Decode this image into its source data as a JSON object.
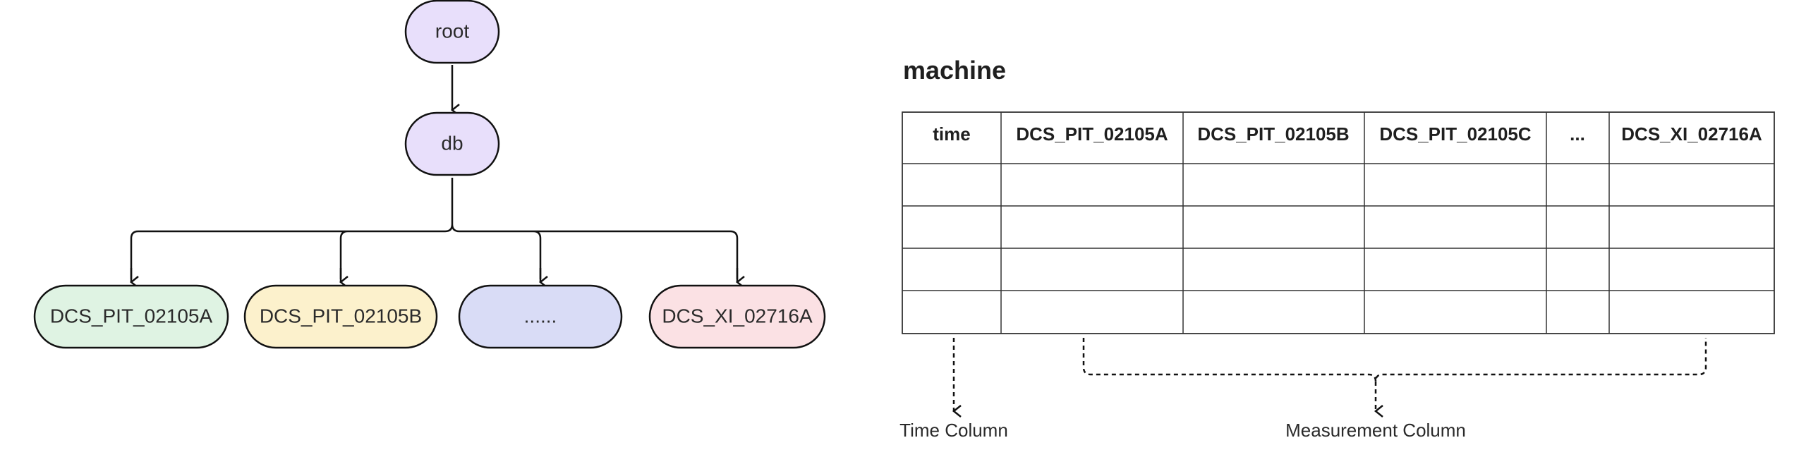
{
  "tree": {
    "root": {
      "label": "root",
      "color": "#e8dffb"
    },
    "db": {
      "label": "db",
      "color": "#e8dffb"
    },
    "children": [
      {
        "label": "DCS_PIT_02105A",
        "color": "#dff3e3"
      },
      {
        "label": "DCS_PIT_02105B",
        "color": "#fcf1cc"
      },
      {
        "label": "......",
        "color": "#d9dcf6"
      },
      {
        "label": "DCS_XI_02716A",
        "color": "#fbe1e4"
      }
    ]
  },
  "table": {
    "title": "machine",
    "headers": [
      "time",
      "DCS_PIT_02105A",
      "DCS_PIT_02105B",
      "DCS_PIT_02105C",
      "...",
      "DCS_XI_02716A"
    ],
    "empty_rows": 4
  },
  "annotations": {
    "time_column": "Time Column",
    "measurement_column": "Measurement Column"
  }
}
